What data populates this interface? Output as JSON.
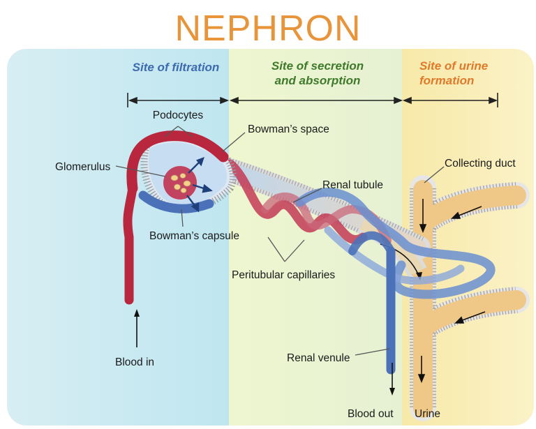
{
  "title": "NEPHRON",
  "colors": {
    "title": "#E8943A",
    "filtration_zone_label": "#3D6BB0",
    "secretion_zone_label": "#3E7A2A",
    "urine_zone_label": "#E07A2A",
    "arterial_blood": "#B8273E",
    "venous_blood": "#4B72B8",
    "tubule_fluid": "#EFC887"
  },
  "zones": {
    "filtration": "Site of filtration",
    "secretion_line1": "Site of secretion",
    "secretion_line2": "and absorption",
    "urine_line1": "Site of urine",
    "urine_line2": "formation"
  },
  "labels": {
    "podocytes": "Podocytes",
    "bowmans_space": "Bowman’s space",
    "glomerulus": "Glomerulus",
    "renal_tubule": "Renal tubule",
    "collecting_duct": "Collecting duct",
    "bowmans_capsule": "Bowman’s capsule",
    "peritubular_capillaries": "Peritubular capillaries",
    "blood_in": "Blood in",
    "renal_venule": "Renal venule",
    "blood_out": "Blood out",
    "urine": "Urine"
  }
}
